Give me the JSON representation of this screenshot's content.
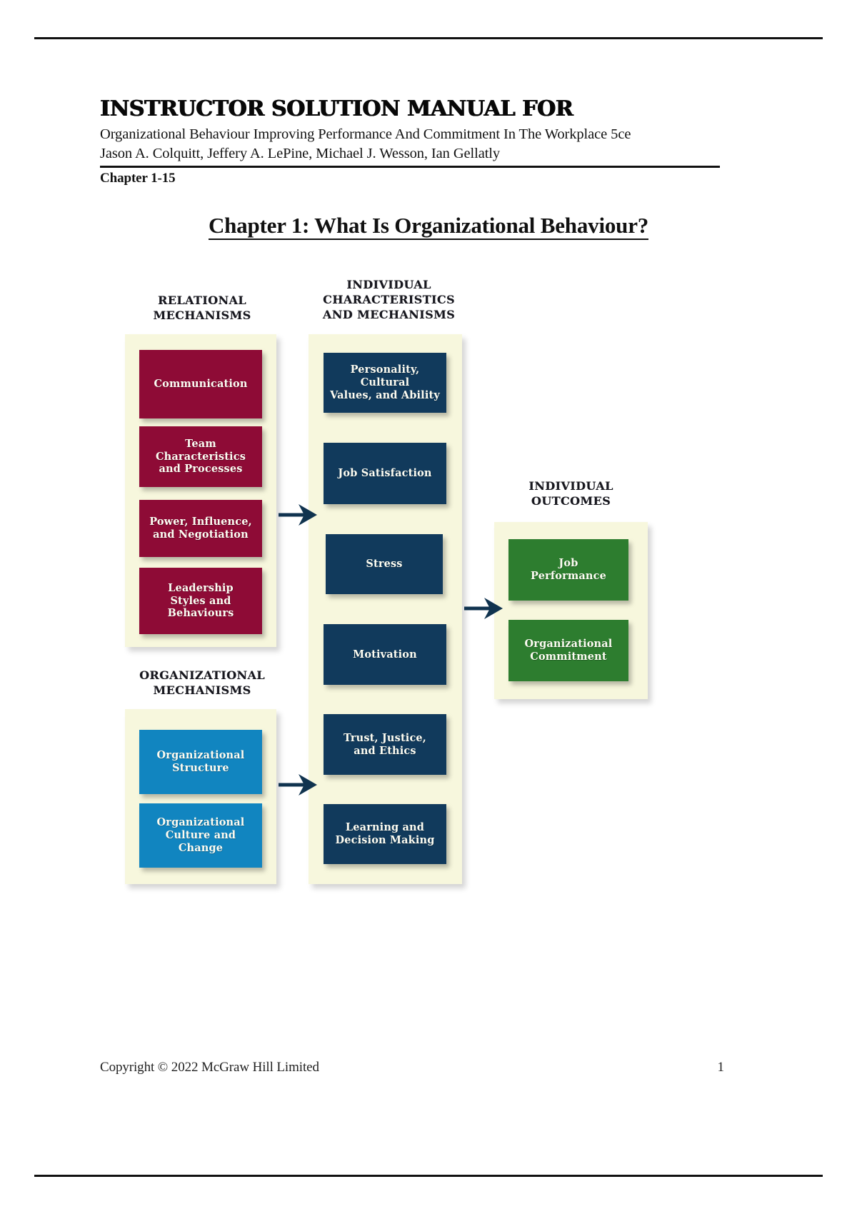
{
  "document": {
    "manual_title": "INSTRUCTOR SOLUTION MANUAL FOR",
    "book_title": "Organizational Behaviour Improving Performance And Commitment In The Workplace 5ce",
    "authors": "Jason A. Colquitt, Jeffery A. LePine, Michael J. Wesson, Ian Gellatly",
    "chapter_range": "Chapter 1-15",
    "chapter_heading": "Chapter 1: What Is Organizational Behaviour?"
  },
  "diagram": {
    "name": "integrative-model-of-organizational-behaviour",
    "column_labels": {
      "relational": "RELATIONAL\nMECHANISMS",
      "relational_line1": "RELATIONAL",
      "relational_line2": "MECHANISMS",
      "individual_char_line1": "INDIVIDUAL",
      "individual_char_line2": "CHARACTERISTICS",
      "individual_char_line3": "AND MECHANISMS",
      "individual_outcomes_line1": "INDIVIDUAL",
      "individual_outcomes_line2": "OUTCOMES",
      "organizational_line1": "ORGANIZATIONAL",
      "organizational_line2": "MECHANISMS"
    },
    "groups": [
      {
        "id": "relational-mechanisms",
        "color": "#8e0b36",
        "nodes": [
          "Communication",
          "Team Characteristics and Processes",
          "Power, Influence, and Negotiation",
          "Leadership Styles and Behaviours"
        ]
      },
      {
        "id": "organizational-mechanisms",
        "color": "#1185c0",
        "nodes": [
          "Organizational Structure",
          "Organizational Culture and Change"
        ]
      },
      {
        "id": "individual-characteristics-and-mechanisms",
        "color": "#113a5c",
        "nodes": [
          "Personality, Cultural Values, and Ability",
          "Job Satisfaction",
          "Stress",
          "Motivation",
          "Trust, Justice, and Ethics",
          "Learning and Decision Making"
        ]
      },
      {
        "id": "individual-outcomes",
        "color": "#2d7d2f",
        "nodes": [
          "Job Performance",
          "Organizational Commitment"
        ]
      }
    ],
    "nodes": {
      "communication_l1": "Communication",
      "team_l1": "Team",
      "team_l2": "Characteristics",
      "team_l3": "and Processes",
      "power_l1": "Power, Influence,",
      "power_l2": "and Negotiation",
      "leadership_l1": "Leadership",
      "leadership_l2": "Styles and",
      "leadership_l3": "Behaviours",
      "org_structure_l1": "Organizational",
      "org_structure_l2": "Structure",
      "org_culture_l1": "Organizational",
      "org_culture_l2": "Culture and",
      "org_culture_l3": "Change",
      "personality_l1": "Personality, Cultural",
      "personality_l2": "Values, and Ability",
      "job_satisfaction_l1": "Job Satisfaction",
      "stress_l1": "Stress",
      "motivation_l1": "Motivation",
      "trust_l1": "Trust, Justice,",
      "trust_l2": "and Ethics",
      "learning_l1": "Learning and",
      "learning_l2": "Decision Making",
      "job_performance_l1": "Job",
      "job_performance_l2": "Performance",
      "org_commitment_l1": "Organizational",
      "org_commitment_l2": "Commitment"
    },
    "arrows": [
      {
        "id": "relational-to-individual"
      },
      {
        "id": "organizational-to-individual"
      },
      {
        "id": "individual-to-outcomes"
      }
    ]
  },
  "footer": {
    "copyright": "Copyright © 2022 McGraw Hill Limited",
    "page_number": "1"
  },
  "colors": {
    "maroon": "#8e0b36",
    "navy": "#113a5c",
    "blue": "#1185c0",
    "green": "#2d7d2f",
    "panel_cream": "#f7f7dd",
    "arrow": "#10334f"
  }
}
